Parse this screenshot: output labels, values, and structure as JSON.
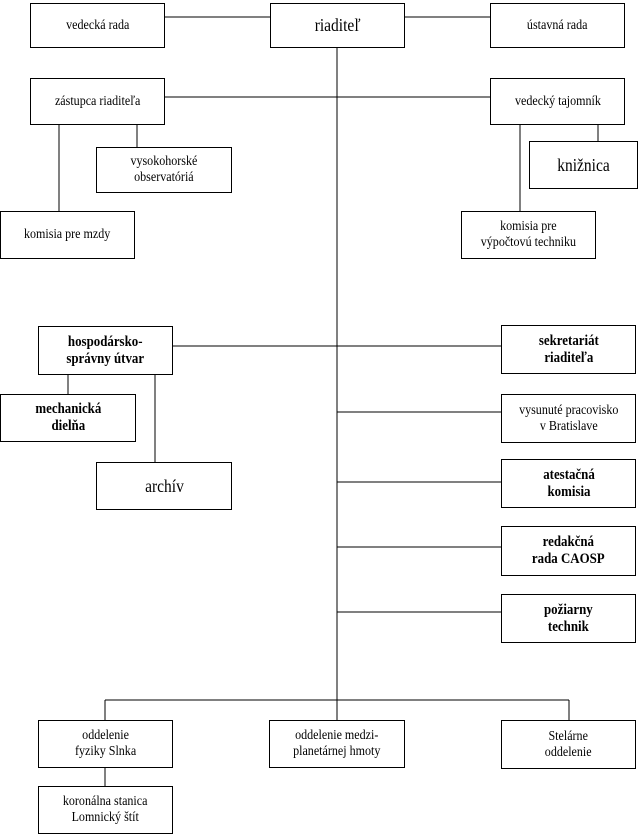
{
  "org_chart": {
    "top": {
      "scientific_council": "vedecká  rada",
      "director": "riaditeľ",
      "institute_council": "ústavná  rada"
    },
    "deputy_director": "zástupca  riaditeľa",
    "high_mountain_observatories": "vysokohorské\nobservatóriá",
    "wage_commission": "komisia  pre  mzdy",
    "scientific_secretary": "vedecký  tajomník",
    "library": "knižnica",
    "computing_commission": "komisia  pre\nvýpočtovú  techniku",
    "economic_admin_unit": "hospodársko-\nsprávny útvar",
    "mechanical_workshop": "mechanická\ndielňa",
    "archive": "archív",
    "directors_secretariat": "sekretariát\nriaditeľa",
    "remote_workplace": "vysunuté  pracovisko\nv  Bratislave",
    "attestation_commission": "atestačná\nkomisia",
    "editorial_board": "redakčná\nrada  CAOSP",
    "fire_technician": "požiarny\ntechnik",
    "departments": {
      "solar_physics": "oddelenie\nfyziky Slnka",
      "interplanetary_matter": "oddelenie medzi-\nplanetárnej hmoty",
      "stellar": "Stelárne\noddelenie"
    },
    "coronal_station": "koronálna stanica\nLomnický štít"
  }
}
